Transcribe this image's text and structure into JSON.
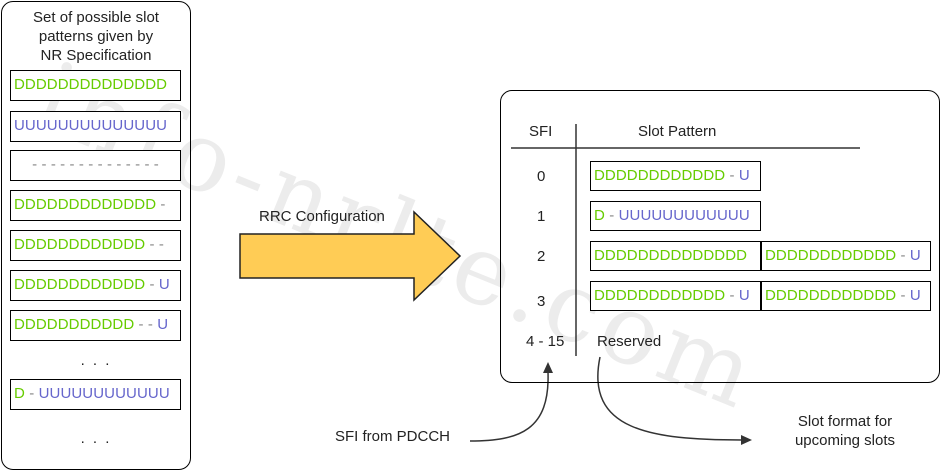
{
  "colors": {
    "D": "#66cc00",
    "U": "#6666cc",
    "sep": "#888888",
    "arrow_fill": "#ffcc55",
    "arrow_stroke": "#222222"
  },
  "watermark": "info-nrlte.com",
  "left_panel": {
    "title_lines": [
      "Set of possible slot",
      "patterns given by",
      "NR Specification"
    ],
    "patterns": [
      [
        {
          "t": "DDDDDDDDDDDDDD",
          "c": "D"
        }
      ],
      [
        {
          "t": "UUUUUUUUUUUUUU",
          "c": "U"
        }
      ],
      [
        {
          "t": "- - - - - - - - - - - - - -",
          "c": "sep"
        }
      ],
      [
        {
          "t": "DDDDDDDDDDDDD",
          "c": "D"
        },
        {
          "t": " -",
          "c": "sep"
        }
      ],
      [
        {
          "t": "DDDDDDDDDDDD",
          "c": "D"
        },
        {
          "t": " - -",
          "c": "sep"
        }
      ],
      [
        {
          "t": "DDDDDDDDDDDD",
          "c": "D"
        },
        {
          "t": " - ",
          "c": "sep"
        },
        {
          "t": "U",
          "c": "U"
        }
      ],
      [
        {
          "t": "DDDDDDDDDDD",
          "c": "D"
        },
        {
          "t": " - - ",
          "c": "sep"
        },
        {
          "t": "U",
          "c": "U"
        }
      ],
      [
        {
          "t": "D",
          "c": "D"
        },
        {
          "t": " - ",
          "c": "sep"
        },
        {
          "t": "UUUUUUUUUUUU",
          "c": "U"
        }
      ]
    ],
    "ellipsis": ". . ."
  },
  "arrow_label": "RRC Configuration",
  "table": {
    "header_sfi": "SFI",
    "header_pattern": "Slot Pattern",
    "rows": [
      {
        "sfi": "0",
        "cells": [
          [
            {
              "t": "DDDDDDDDDDDD",
              "c": "D"
            },
            {
              "t": " - ",
              "c": "sep"
            },
            {
              "t": "U",
              "c": "U"
            }
          ]
        ]
      },
      {
        "sfi": "1",
        "cells": [
          [
            {
              "t": "D",
              "c": "D"
            },
            {
              "t": " - ",
              "c": "sep"
            },
            {
              "t": "UUUUUUUUUUUU",
              "c": "U"
            }
          ]
        ]
      },
      {
        "sfi": "2",
        "cells": [
          [
            {
              "t": "DDDDDDDDDDDDDD",
              "c": "D"
            }
          ],
          [
            {
              "t": "DDDDDDDDDDDD",
              "c": "D"
            },
            {
              "t": " - ",
              "c": "sep"
            },
            {
              "t": "U",
              "c": "U"
            }
          ]
        ]
      },
      {
        "sfi": "3",
        "cells": [
          [
            {
              "t": "DDDDDDDDDDDD",
              "c": "D"
            },
            {
              "t": " - ",
              "c": "sep"
            },
            {
              "t": "U",
              "c": "U"
            }
          ],
          [
            {
              "t": "DDDDDDDDDDDD",
              "c": "D"
            },
            {
              "t": " - ",
              "c": "sep"
            },
            {
              "t": "U",
              "c": "U"
            }
          ]
        ]
      }
    ],
    "reserved_sfi": "4 - 15",
    "reserved_label": "Reserved"
  },
  "sfi_from_pdcch": "SFI from PDCCH",
  "slot_format_lines": [
    "Slot format for",
    "upcoming slots"
  ]
}
